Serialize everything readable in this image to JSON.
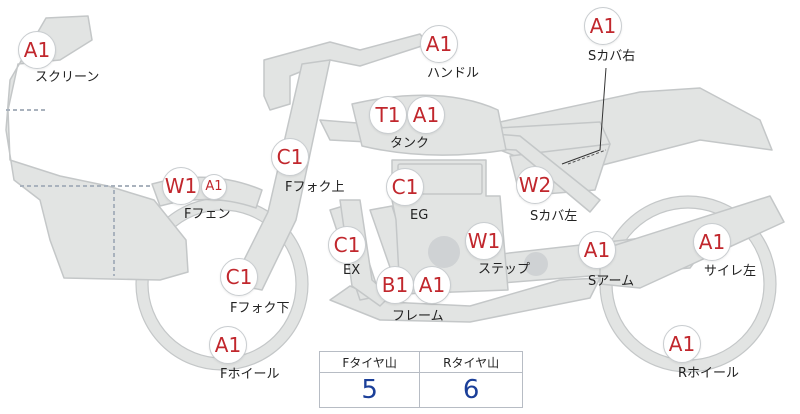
{
  "colors": {
    "body": "#e2e4e3",
    "outline": "#c4c7c8",
    "dotted": "#a9b2bd",
    "badge_text": "#c1272d",
    "value_text": "#1b3f99"
  },
  "badges": [
    {
      "id": "windscreen",
      "code": "A1"
    },
    {
      "id": "handle",
      "code": "A1"
    },
    {
      "id": "scover-right",
      "code": "A1"
    },
    {
      "id": "tank-t1",
      "code": "T1"
    },
    {
      "id": "tank-a1",
      "code": "A1"
    },
    {
      "id": "ffork-upper",
      "code": "C1"
    },
    {
      "id": "ffender-w1",
      "code": "W1"
    },
    {
      "id": "ffender-a1",
      "code": "A1"
    },
    {
      "id": "eg",
      "code": "C1"
    },
    {
      "id": "scover-left",
      "code": "W2"
    },
    {
      "id": "ex",
      "code": "C1"
    },
    {
      "id": "step",
      "code": "W1"
    },
    {
      "id": "swingarm",
      "code": "A1"
    },
    {
      "id": "muffler-left",
      "code": "A1"
    },
    {
      "id": "ffork-lower",
      "code": "C1"
    },
    {
      "id": "frame-b1",
      "code": "B1"
    },
    {
      "id": "frame-a1",
      "code": "A1"
    },
    {
      "id": "fwheel",
      "code": "A1"
    },
    {
      "id": "rwheel",
      "code": "A1"
    }
  ],
  "labels": {
    "screen": "スクリーン",
    "handle": "ハンドル",
    "scover_right": "Sカバ右",
    "tank": "タンク",
    "ffork_upper": "Fフォク上",
    "ffender": "Fフェン",
    "eg": "EG",
    "scover_left": "Sカバ左",
    "ex": "EX",
    "step": "ステップ",
    "swingarm": "Sアーム",
    "muffler_left": "サイレ左",
    "ffork_lower": "Fフォク下",
    "frame": "フレーム",
    "fwheel": "Fホイール",
    "rwheel": "Rホイール"
  },
  "tire_tread": {
    "headers": [
      "Fタイヤ山",
      "Rタイヤ山"
    ],
    "values": [
      "5",
      "6"
    ]
  }
}
